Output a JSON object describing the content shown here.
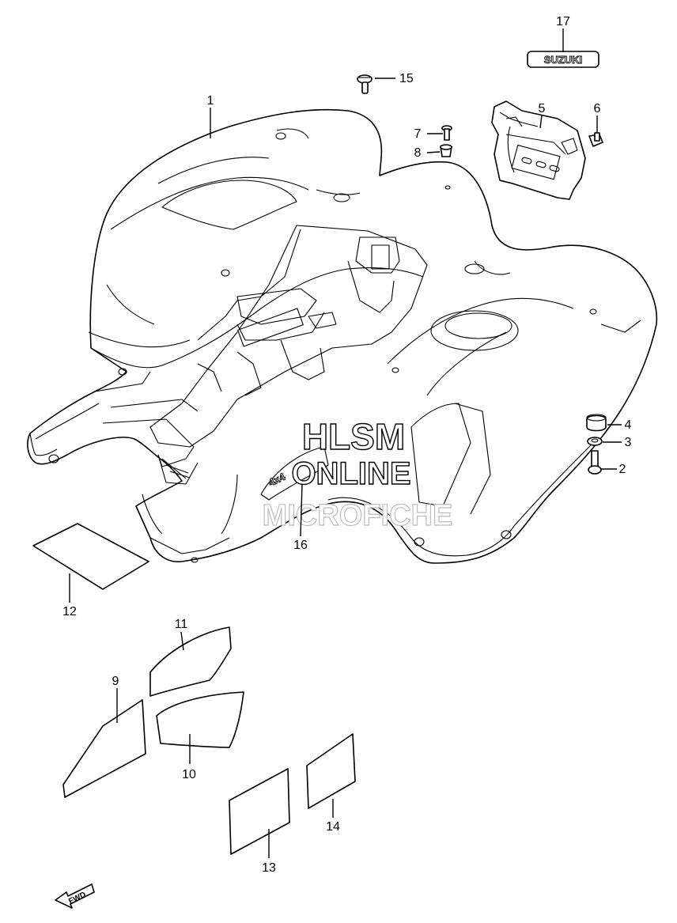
{
  "callouts": {
    "c1": "1",
    "c2": "2",
    "c3": "3",
    "c4": "4",
    "c5": "5",
    "c6": "6",
    "c7": "7",
    "c8": "8",
    "c9": "9",
    "c10": "10",
    "c11": "11",
    "c12": "12",
    "c13": "13",
    "c14": "14",
    "c15": "15",
    "c16": "16",
    "c17": "17"
  },
  "emblem_text": "SUZUKI",
  "watermark": {
    "line1": "HLSM",
    "line2": "ONLINE",
    "line3": "MICROFICHE"
  },
  "fwd_label": "FWD"
}
